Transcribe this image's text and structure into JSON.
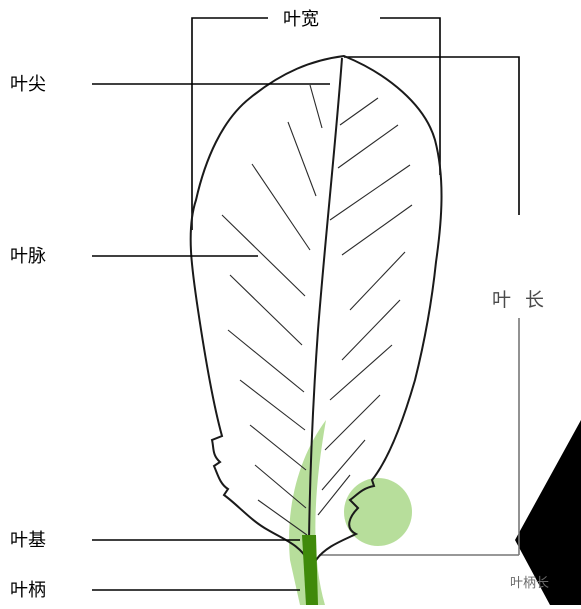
{
  "diagram": {
    "labels": {
      "tip": "叶尖",
      "vein": "叶脉",
      "base": "叶基",
      "petiole": "叶柄",
      "width": "叶宽",
      "length": "叶 长",
      "petiole_length": "叶柄长"
    },
    "colors": {
      "outline": "#1a1a1a",
      "vein": "#2b2b2b",
      "petiole": "#3f8a0a",
      "watermark_green": "#9fd37a",
      "watermark_black": "#000000",
      "leader_line": "#000000"
    },
    "icons": [
      "leaf-illustration",
      "watermark-logo"
    ]
  }
}
